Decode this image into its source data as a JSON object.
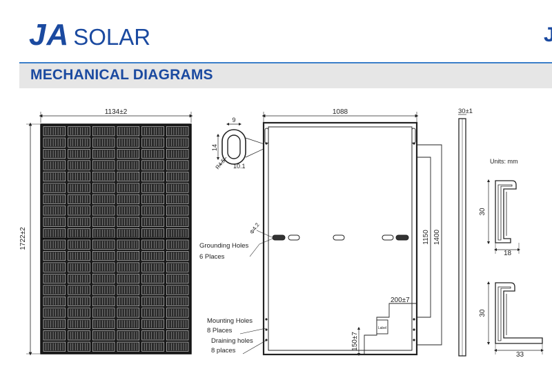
{
  "header": {
    "brand_ja": "JA",
    "brand_solar": "SOLAR",
    "edge_mark": "J"
  },
  "section": {
    "title": "MECHANICAL DIAGRAMS"
  },
  "front_view": {
    "width_label": "1134±2",
    "height_label": "1722±2"
  },
  "rear_view": {
    "width_label": "1088",
    "hole_spacing_label": "1150",
    "mount_spacing_label": "1400",
    "drain_offset_label": "200±7",
    "bottom_offset_label": "150±7",
    "hole_diameter_label": "Φ4.2",
    "grounding_label_1": "Grounding Holes",
    "grounding_label_2": "6 Places",
    "mounting_label_1": "Mounting Holes",
    "mounting_label_2": "8 Places",
    "draining_label_1": "Draining holes",
    "draining_label_2": "8 places",
    "label_box": "Label"
  },
  "slot_detail": {
    "width_label": "9",
    "height_label": "14",
    "radius_label": "R4.5",
    "depth_label": "10.1"
  },
  "side_view": {
    "thickness_label": "30±1"
  },
  "profiles": {
    "units_label": "Units: mm",
    "upper_height_label": "30",
    "upper_width_label": "18",
    "lower_height_label": "30",
    "lower_width_label": "33"
  }
}
